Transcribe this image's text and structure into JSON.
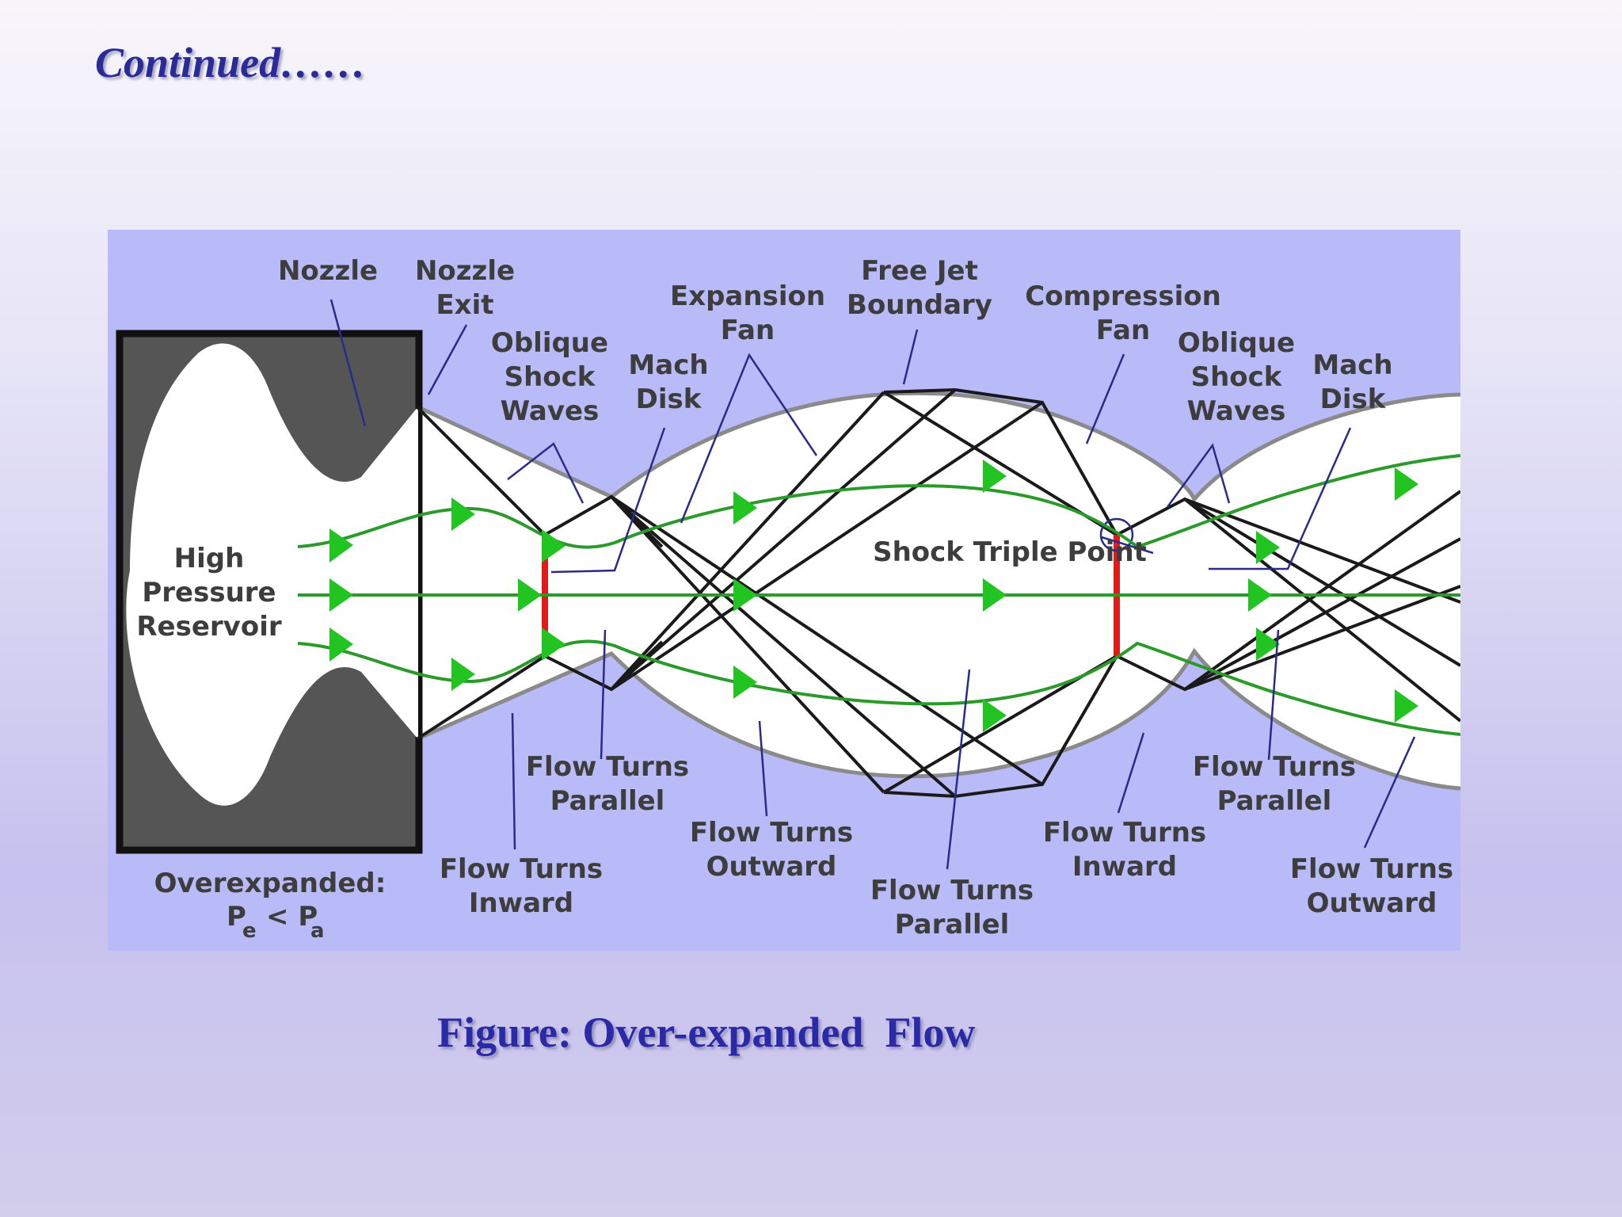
{
  "slide": {
    "title": "Continued……",
    "caption": "Figure: Over-expanded  Flow"
  },
  "colors": {
    "panel": "#b9baf8",
    "jet": "#ffffff",
    "nozzle": "#555555",
    "streamline": "#2b9a2b",
    "arrow": "#22c422",
    "mach_disk": "#e01b1b",
    "leader": "#2a2a8a"
  },
  "diagram": {
    "labels": {
      "nozzle": "Nozzle",
      "nozzle_exit_1": "Nozzle",
      "nozzle_exit_2": "Exit",
      "oblique_1_a": "Oblique",
      "oblique_1_b": "Shock",
      "oblique_1_c": "Waves",
      "mach_disk_1_a": "Mach",
      "mach_disk_1_b": "Disk",
      "expansion_fan_a": "Expansion",
      "expansion_fan_b": "Fan",
      "free_jet_a": "Free Jet",
      "free_jet_b": "Boundary",
      "compression_fan_a": "Compression",
      "compression_fan_b": "Fan",
      "oblique_2_a": "Oblique",
      "oblique_2_b": "Shock",
      "oblique_2_c": "Waves",
      "mach_disk_2_a": "Mach",
      "mach_disk_2_b": "Disk",
      "reservoir_a": "High",
      "reservoir_b": "Pressure",
      "reservoir_c": "Reservoir",
      "triple_point": "Shock Triple Point",
      "overexpanded": "Overexpanded:",
      "pressure_p1": "P",
      "pressure_e": "e",
      "pressure_lt": "< P",
      "pressure_a": "a",
      "ft_inward_1_a": "Flow Turns",
      "ft_inward_1_b": "Inward",
      "ft_parallel_1_a": "Flow Turns",
      "ft_parallel_1_b": "Parallel",
      "ft_outward_1_a": "Flow Turns",
      "ft_outward_1_b": "Outward",
      "ft_parallel_2_a": "Flow Turns",
      "ft_parallel_2_b": "Parallel",
      "ft_inward_2_a": "Flow Turns",
      "ft_inward_2_b": "Inward",
      "ft_parallel_3_a": "Flow Turns",
      "ft_parallel_3_b": "Parallel",
      "ft_outward_2_a": "Flow Turns",
      "ft_outward_2_b": "Outward"
    }
  }
}
